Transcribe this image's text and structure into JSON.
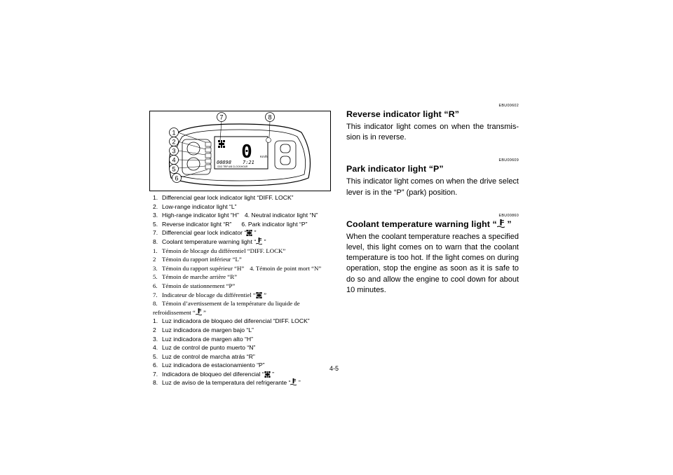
{
  "diagram": {
    "callouts": [
      "1",
      "2",
      "3",
      "4",
      "5",
      "6",
      "7",
      "8"
    ],
    "speed_digit": "0",
    "speed_unit": "Km/h",
    "odometer": "00898",
    "clock": "7:21",
    "mode_labels": "ODO TRIP A/B   CLOCK/HOUR"
  },
  "captions_en": [
    {
      "n": "1.",
      "t": "Differencial gear lock indicator light “DIFF. LOCK”"
    },
    {
      "n": "2.",
      "t": "Low-range indicator light “L”"
    },
    {
      "n": "3.",
      "t": "High-range indicator light “H”",
      "n2": "4.",
      "t2": "Neutral indicator light “N”"
    },
    {
      "n": "5.",
      "t": "Reverse indicator light “R”",
      "n2": "6.",
      "t2": "Park indicator light “P”"
    },
    {
      "n": "7.",
      "t": "Differencial gear lock indicator “",
      "t_after": " ”"
    },
    {
      "n": "8.",
      "t": "Coolant temperature warning light “",
      "t_after": " ”"
    }
  ],
  "captions_fr": [
    {
      "n": "1.",
      "t": "Témoin de blocage du différentiel “DIFF. LOCK”"
    },
    {
      "n": "2",
      "t": "Témoin du rapport inférieur “L”"
    },
    {
      "n": "3.",
      "t": "Témoin du rapport supérieur “H”",
      "n2": "4.",
      "t2": "Témoin de point mort “N”"
    },
    {
      "n": "5.",
      "t": "Témoin de marche arrière “R”"
    },
    {
      "n": "6.",
      "t": "Témoin de stationnement “P”"
    },
    {
      "n": "7.",
      "t": "Indicateur de blocage du différentiel “",
      "t_after": " ”"
    },
    {
      "n": "8.",
      "t": "Témoin d’avertissement de la température du liquide de",
      "t_cont": "refroidissement “",
      "t_after": " ”"
    }
  ],
  "captions_es": [
    {
      "n": "1.",
      "t": "Luz indicadora de bloqueo del diferencial “DIFF. LOCK”"
    },
    {
      "n": "2",
      "t": "Luz indicadora de margen bajo “L”"
    },
    {
      "n": "3.",
      "t": "Luz indicadora de margen alto “H”"
    },
    {
      "n": "4.",
      "t": "Luz de control de punto muerto “N”"
    },
    {
      "n": "5.",
      "t": "Luz de control de marcha atrás “R”"
    },
    {
      "n": "6.",
      "t": "Luz indicadora de estacionamiento “P”"
    },
    {
      "n": "7.",
      "t": "Indicadora de bloqueo del diferencial “",
      "t_after": " ”"
    },
    {
      "n": "8.",
      "t": "Luz de aviso de la temperatura del refrigerante “",
      "t_after": " ”"
    }
  ],
  "page_number": "4-5",
  "sections": [
    {
      "code": "EBU00602",
      "heading": "Reverse indicator light “R”",
      "body": "This indicator light comes on when the transmis-sion is in reverse."
    },
    {
      "code": "EBU00609",
      "heading": "Park indicator light “P”",
      "body": "This indicator light comes on when the drive select lever is in the “P” (park) position."
    },
    {
      "code": "EBU00860",
      "heading": "Coolant temperature warning light “",
      "heading_after": " ”",
      "body": "When the coolant temperature reaches a specified level, this light comes on to warn that the coolant temperature is too hot. If the light comes on during operation, stop the engine as soon as it is safe to do so and allow the engine to cool down for about 10 minutes."
    }
  ]
}
